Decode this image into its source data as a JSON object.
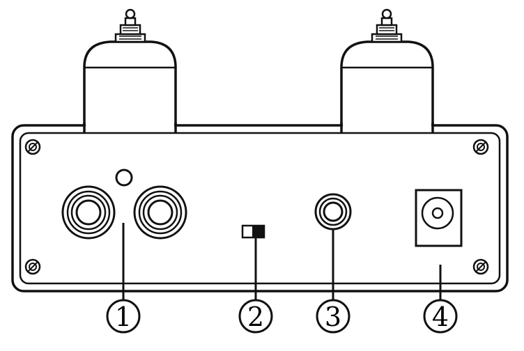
{
  "callouts": [
    {
      "label": "1",
      "part": "rca-input-jacks"
    },
    {
      "label": "2",
      "part": "slide-switch"
    },
    {
      "label": "3",
      "part": "output-jack"
    },
    {
      "label": "4",
      "part": "dc-power-jack"
    }
  ],
  "colors": {
    "stroke": "#111111",
    "fill": "#ffffff",
    "accent": "#000000"
  }
}
